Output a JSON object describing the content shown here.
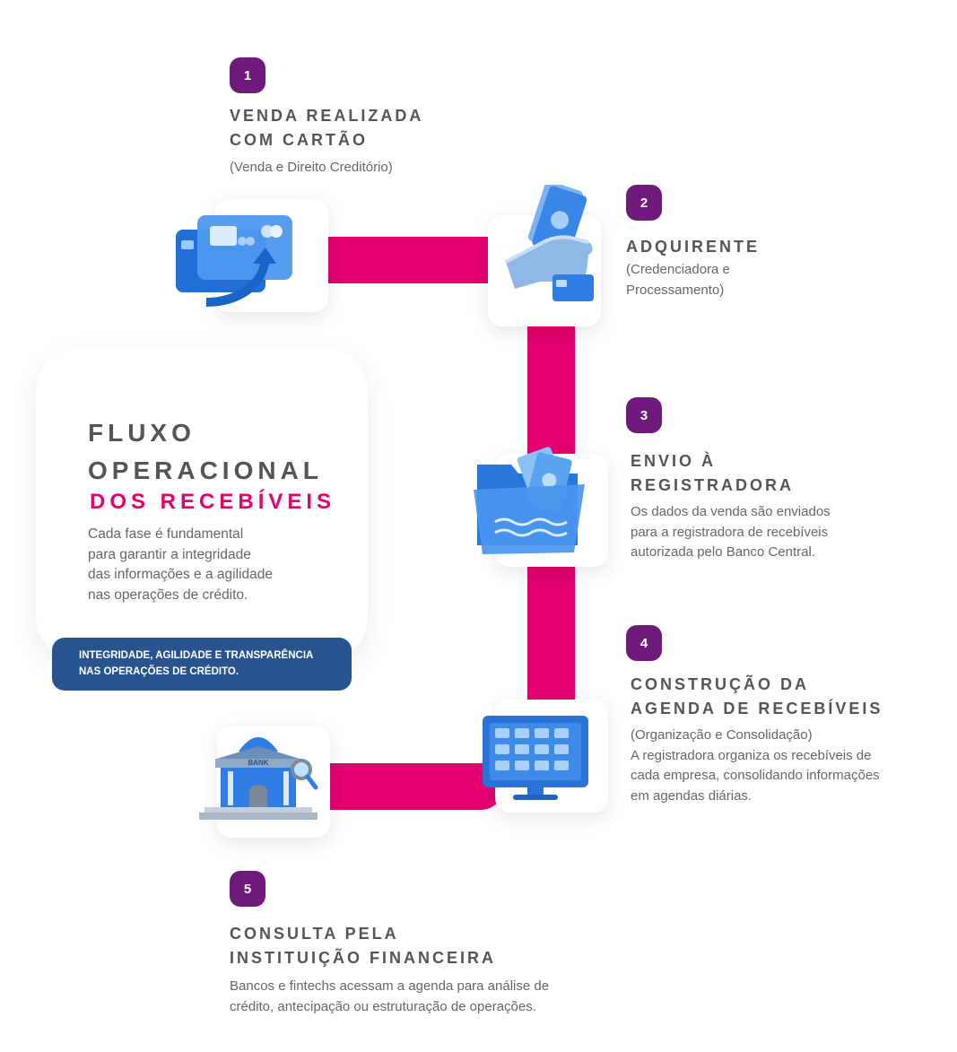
{
  "colors": {
    "accent_pink": "#e3006f",
    "badge_purple": "#6e1a7a",
    "banner_blue": "#27548f",
    "icon_blue": "#2d7be0",
    "text_gray": "#555555"
  },
  "main": {
    "title_line1": "FLUXO",
    "title_line2": "OPERACIONAL",
    "subtitle": "DOS RECEBÍVEIS",
    "description_lines": [
      "Cada fase é fundamental",
      "para garantir a integridade",
      "das informações e a agilidade",
      "nas operações de crédito."
    ],
    "banner_lines": [
      "INTEGRIDADE, AGILIDADE E TRANSPARÊNCIA",
      "NAS OPERAÇÕES DE CRÉDITO."
    ]
  },
  "steps": [
    {
      "number": "1",
      "title_lines": [
        "VENDA REALIZADA",
        "COM CARTÃO"
      ],
      "description_lines": [
        "(Venda e Direito Creditório)"
      ],
      "icon": "credit-cards-icon"
    },
    {
      "number": "2",
      "title_lines": [
        "ADQUIRENTE"
      ],
      "description_lines": [
        "(Credenciadora e",
        "Processamento)"
      ],
      "icon": "hand-money-icon"
    },
    {
      "number": "3",
      "title_lines": [
        "ENVIO À",
        "REGISTRADORA"
      ],
      "description_lines": [
        "Os dados da venda são enviados",
        "para a registradora de recebíveis",
        "autorizada pelo Banco Central."
      ],
      "icon": "folder-money-icon"
    },
    {
      "number": "4",
      "title_lines": [
        "CONSTRUÇÃO DA",
        "AGENDA DE RECEBÍVEIS"
      ],
      "description_lines": [
        "(Organização e Consolidação)",
        "A registradora organiza os recebíveis de",
        "cada empresa, consolidando informações",
        "em agendas diárias."
      ],
      "icon": "monitor-agenda-icon"
    },
    {
      "number": "5",
      "title_lines": [
        "CONSULTA PELA",
        "INSTITUIÇÃO FINANCEIRA"
      ],
      "description_lines": [
        "Bancos e fintechs acessam a agenda para análise de",
        "crédito, antecipação ou estruturação de operações."
      ],
      "icon": "bank-icon"
    }
  ],
  "bank_sign": "BANK"
}
